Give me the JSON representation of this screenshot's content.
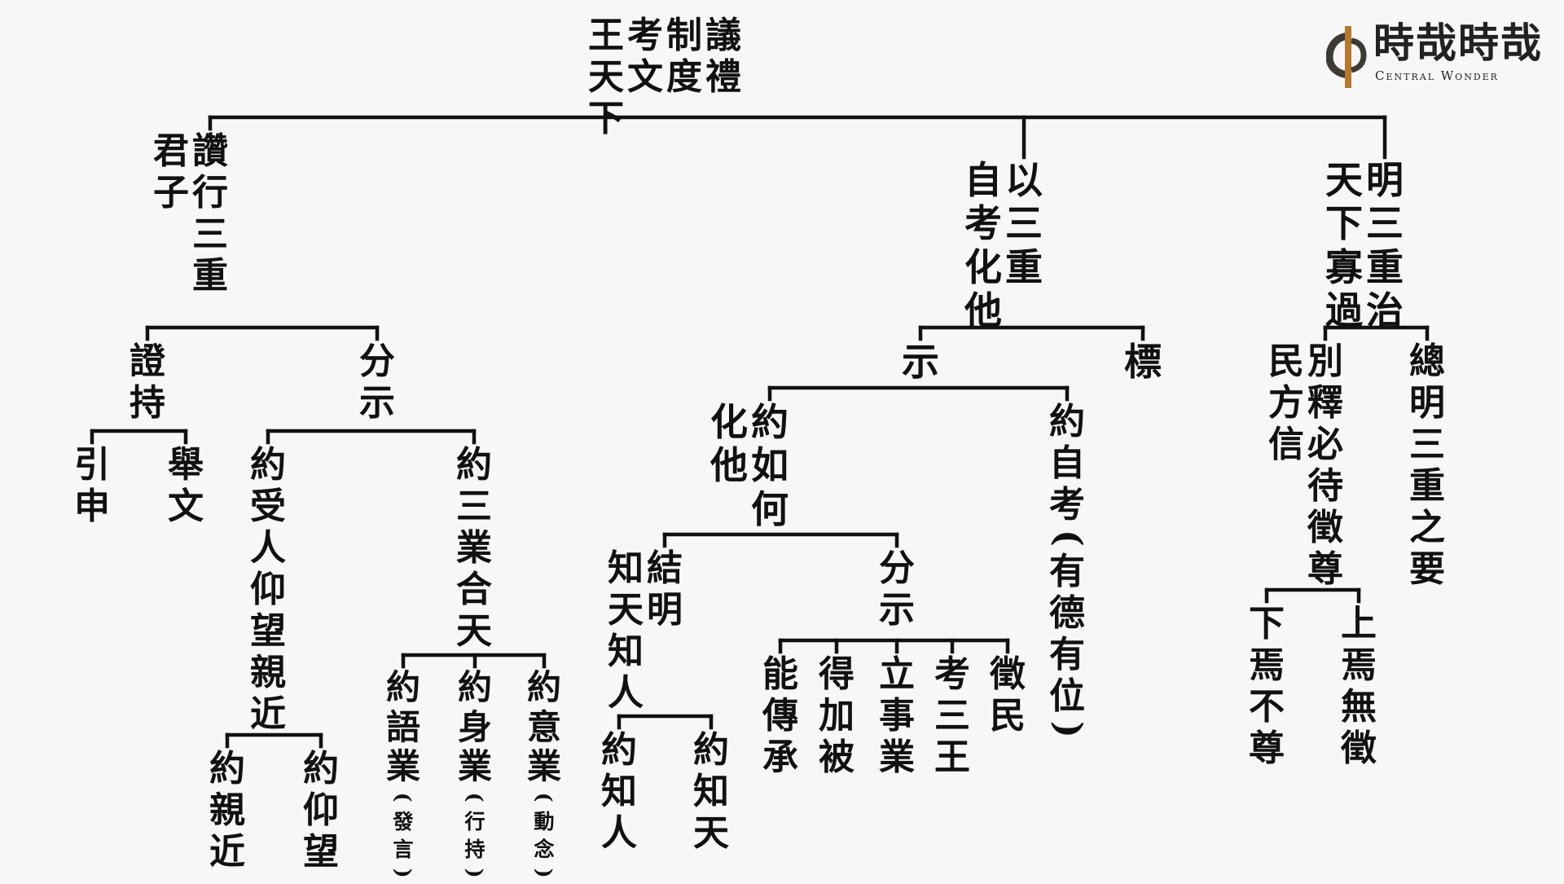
{
  "brand": {
    "title": "時哉時哉",
    "subtitle": "Central Wonder",
    "colors": {
      "mark_dark": "#3d3a36",
      "mark_accent": "#b5782d"
    },
    "icon": "central-wonder-logo-icon"
  },
  "tree": {
    "id": "root",
    "cols": [
      "議禮",
      "制度",
      "考文"
    ],
    "side": [
      "王天下"
    ],
    "children": [
      {
        "id": "c1",
        "cols": [
          "讚行三重"
        ],
        "side": [
          "君子"
        ],
        "children": [
          {
            "id": "c1a",
            "cols": [
              "證持"
            ],
            "children": [
              {
                "id": "c1a1",
                "cols": [
                  "引申"
                ]
              },
              {
                "id": "c1a2",
                "cols": [
                  "舉文"
                ]
              }
            ]
          },
          {
            "id": "c1b",
            "cols": [
              "分示"
            ],
            "children": [
              {
                "id": "c1b1",
                "cols": [
                  "約受人仰望親近"
                ],
                "children": [
                  {
                    "id": "c1b1a",
                    "cols": [
                      "約親近"
                    ]
                  },
                  {
                    "id": "c1b1b",
                    "cols": [
                      "約仰望"
                    ]
                  }
                ]
              },
              {
                "id": "c1b2",
                "cols": [
                  "約三業合天"
                ],
                "children": [
                  {
                    "id": "c1b2a",
                    "cols": [
                      "約語業"
                    ],
                    "note": "發言"
                  },
                  {
                    "id": "c1b2b",
                    "cols": [
                      "約身業"
                    ],
                    "note": "行持"
                  },
                  {
                    "id": "c1b2c",
                    "cols": [
                      "約意業"
                    ],
                    "note": "動念"
                  }
                ]
              }
            ]
          }
        ]
      },
      {
        "id": "c2",
        "cols": [
          "以三重"
        ],
        "side": [
          "自考化他"
        ],
        "children": [
          {
            "id": "c2a",
            "cols": [
              "示"
            ],
            "children": [
              {
                "id": "c2a1",
                "cols": [
                  "約如何"
                ],
                "side": [
                  "化他"
                ],
                "children": [
                  {
                    "id": "c2a1a",
                    "cols": [
                      "結明"
                    ],
                    "side": [
                      "知天知人"
                    ],
                    "children": [
                      {
                        "id": "c2a1a1",
                        "cols": [
                          "約知人"
                        ]
                      },
                      {
                        "id": "c2a1a2",
                        "cols": [
                          "約知天"
                        ]
                      }
                    ]
                  },
                  {
                    "id": "c2a1b",
                    "cols": [
                      "分示"
                    ],
                    "children": [
                      {
                        "id": "c2a1b1",
                        "cols": [
                          "能傳承"
                        ]
                      },
                      {
                        "id": "c2a1b2",
                        "cols": [
                          "得加被"
                        ]
                      },
                      {
                        "id": "c2a1b3",
                        "cols": [
                          "立事業"
                        ]
                      },
                      {
                        "id": "c2a1b4",
                        "cols": [
                          "考三王"
                        ]
                      },
                      {
                        "id": "c2a1b5",
                        "cols": [
                          "徵民"
                        ]
                      }
                    ]
                  }
                ]
              },
              {
                "id": "c2a2",
                "cols": [
                  "約自考"
                ],
                "note": "有德有位",
                "note_style": "paren-big"
              }
            ]
          },
          {
            "id": "c2b",
            "cols": [
              "標"
            ]
          }
        ]
      },
      {
        "id": "c3",
        "cols": [
          "明三重治"
        ],
        "side": [
          "天下寡過"
        ],
        "children": [
          {
            "id": "c3a",
            "cols": [
              "別釋必待徵尊"
            ],
            "side": [
              "民方信"
            ],
            "children": [
              {
                "id": "c3a1",
                "cols": [
                  "下焉不尊"
                ]
              },
              {
                "id": "c3a2",
                "cols": [
                  "上焉無徵"
                ]
              }
            ]
          },
          {
            "id": "c3b",
            "cols": [
              "總明三重之要"
            ]
          }
        ]
      }
    ]
  }
}
